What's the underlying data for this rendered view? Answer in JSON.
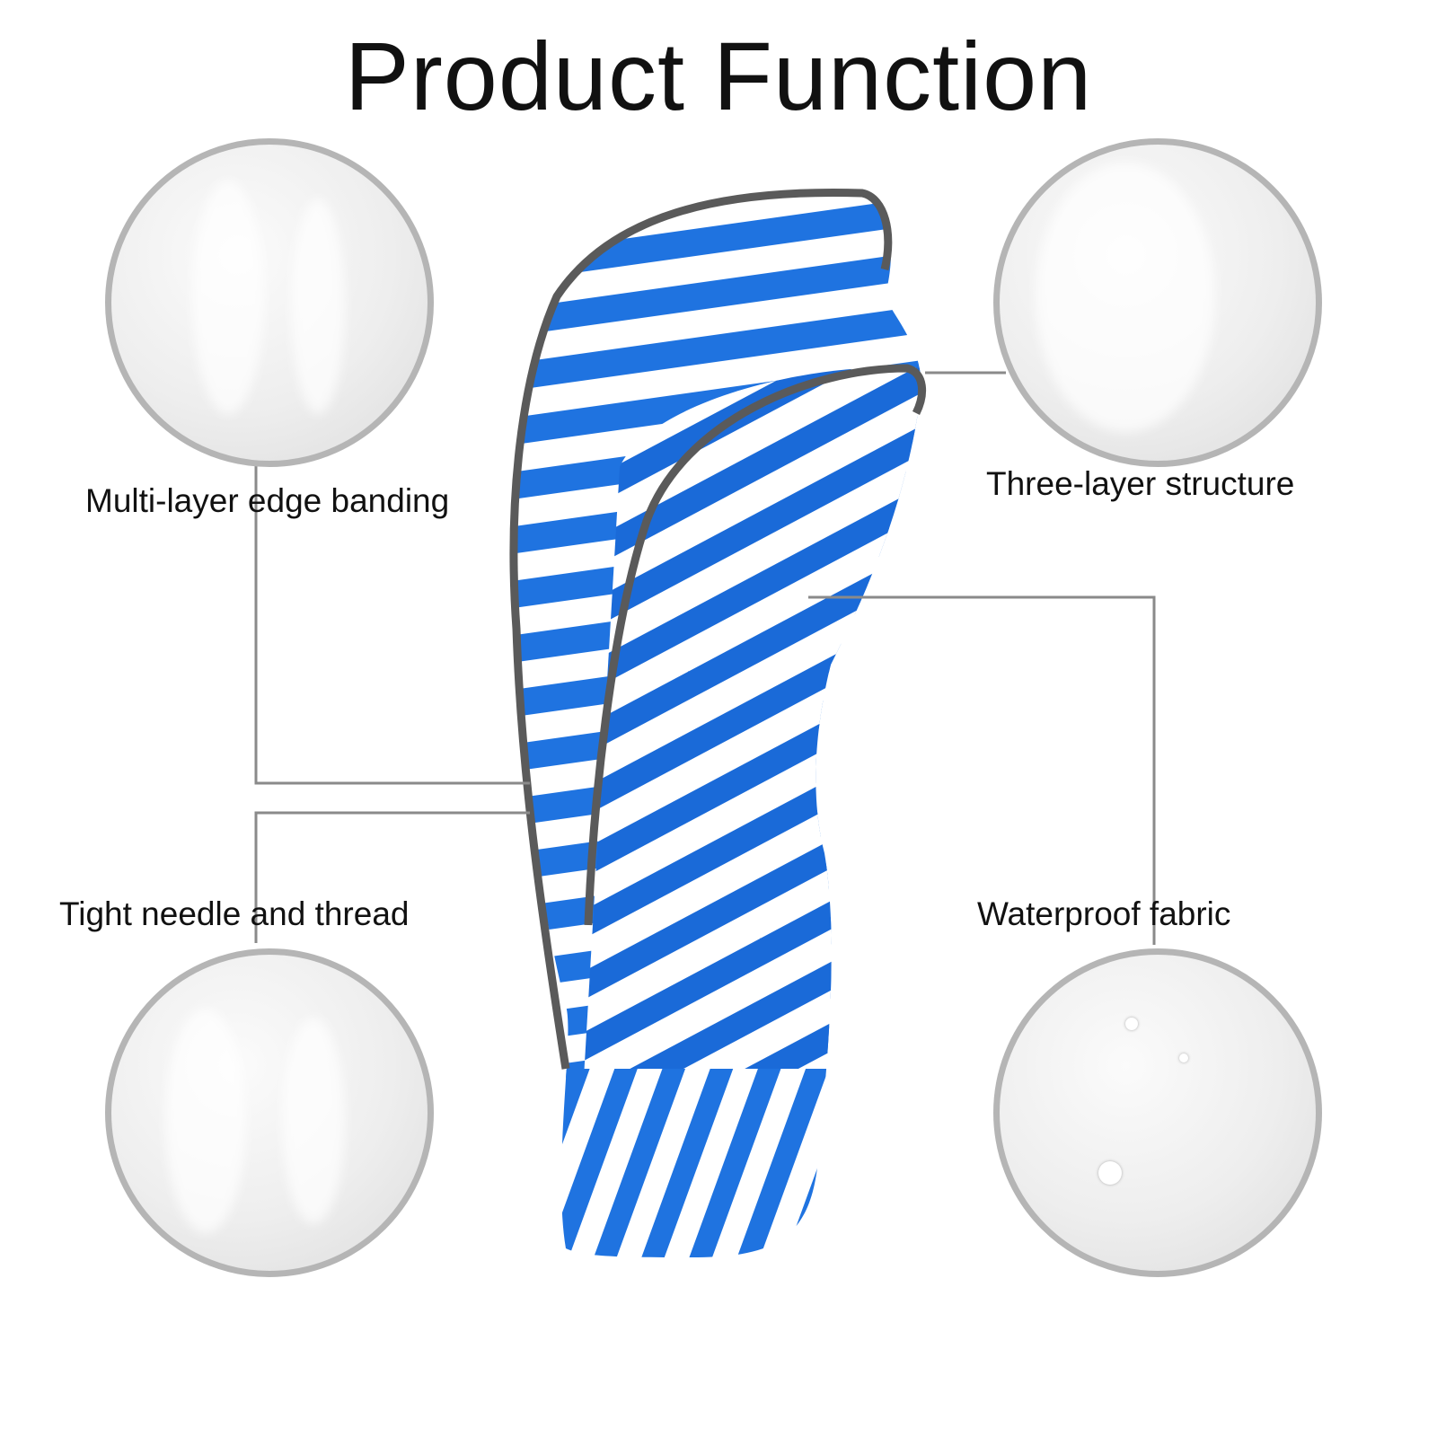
{
  "title": "Product Function",
  "features": [
    {
      "label": "Multi-layer edge banding"
    },
    {
      "label": "Three-layer structure"
    },
    {
      "label": "Tight needle and thread"
    },
    {
      "label": "Waterproof fabric"
    }
  ],
  "colors": {
    "stripe_blue": "#1f73e0",
    "edge_gray": "#5a5a5a",
    "circle_border": "#b5b5b5",
    "line": "#8a8a8a"
  }
}
